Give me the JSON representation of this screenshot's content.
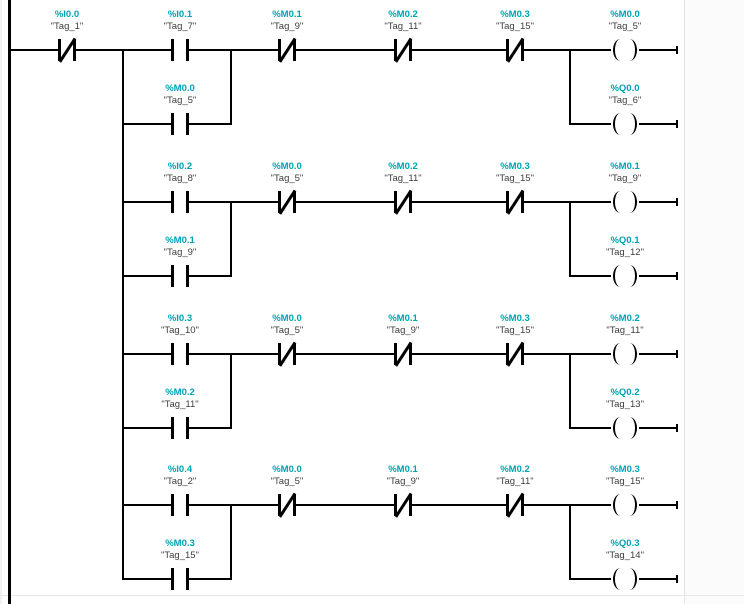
{
  "editor": {
    "language": "ladder-logic",
    "colors": {
      "address_text": "#00A3B3",
      "tag_text": "#3D3D3D",
      "line": "#000000",
      "canvas_bg": "#FFFFFF",
      "panel_border": "#E3E3E3",
      "side_panel_bg": "#FBFBFB"
    }
  },
  "input_contact": {
    "address": "%I0.0",
    "tag": "\"Tag_1\"",
    "type": "normally-closed"
  },
  "rungs": [
    {
      "branch_top": {
        "address": "%I0.1",
        "tag": "\"Tag_7\"",
        "type": "normally-open"
      },
      "branch_bottom": {
        "address": "%M0.0",
        "tag": "\"Tag_5\"",
        "type": "normally-open"
      },
      "series": [
        {
          "address": "%M0.1",
          "tag": "\"Tag_9\"",
          "type": "normally-closed"
        },
        {
          "address": "%M0.2",
          "tag": "\"Tag_11\"",
          "type": "normally-closed"
        },
        {
          "address": "%M0.3",
          "tag": "\"Tag_15\"",
          "type": "normally-closed"
        }
      ],
      "coil_top": {
        "address": "%M0.0",
        "tag": "\"Tag_5\"",
        "type": "coil"
      },
      "coil_bottom": {
        "address": "%Q0.0",
        "tag": "\"Tag_6\"",
        "type": "coil"
      }
    },
    {
      "branch_top": {
        "address": "%I0.2",
        "tag": "\"Tag_8\"",
        "type": "normally-open"
      },
      "branch_bottom": {
        "address": "%M0.1",
        "tag": "\"Tag_9\"",
        "type": "normally-open"
      },
      "series": [
        {
          "address": "%M0.0",
          "tag": "\"Tag_5\"",
          "type": "normally-closed"
        },
        {
          "address": "%M0.2",
          "tag": "\"Tag_11\"",
          "type": "normally-closed"
        },
        {
          "address": "%M0.3",
          "tag": "\"Tag_15\"",
          "type": "normally-closed"
        }
      ],
      "coil_top": {
        "address": "%M0.1",
        "tag": "\"Tag_9\"",
        "type": "coil"
      },
      "coil_bottom": {
        "address": "%Q0.1",
        "tag": "\"Tag_12\"",
        "type": "coil"
      }
    },
    {
      "branch_top": {
        "address": "%I0.3",
        "tag": "\"Tag_10\"",
        "type": "normally-open"
      },
      "branch_bottom": {
        "address": "%M0.2",
        "tag": "\"Tag_11\"",
        "type": "normally-open"
      },
      "series": [
        {
          "address": "%M0.0",
          "tag": "\"Tag_5\"",
          "type": "normally-closed"
        },
        {
          "address": "%M0.1",
          "tag": "\"Tag_9\"",
          "type": "normally-closed"
        },
        {
          "address": "%M0.3",
          "tag": "\"Tag_15\"",
          "type": "normally-closed"
        }
      ],
      "coil_top": {
        "address": "%M0.2",
        "tag": "\"Tag_11\"",
        "type": "coil"
      },
      "coil_bottom": {
        "address": "%Q0.2",
        "tag": "\"Tag_13\"",
        "type": "coil"
      }
    },
    {
      "branch_top": {
        "address": "%I0.4",
        "tag": "\"Tag_2\"",
        "type": "normally-open"
      },
      "branch_bottom": {
        "address": "%M0.3",
        "tag": "\"Tag_15\"",
        "type": "normally-open"
      },
      "series": [
        {
          "address": "%M0.0",
          "tag": "\"Tag_5\"",
          "type": "normally-closed"
        },
        {
          "address": "%M0.1",
          "tag": "\"Tag_9\"",
          "type": "normally-closed"
        },
        {
          "address": "%M0.2",
          "tag": "\"Tag_11\"",
          "type": "normally-closed"
        }
      ],
      "coil_top": {
        "address": "%M0.3",
        "tag": "\"Tag_15\"",
        "type": "coil"
      },
      "coil_bottom": {
        "address": "%Q0.3",
        "tag": "\"Tag_14\"",
        "type": "coil"
      }
    }
  ]
}
